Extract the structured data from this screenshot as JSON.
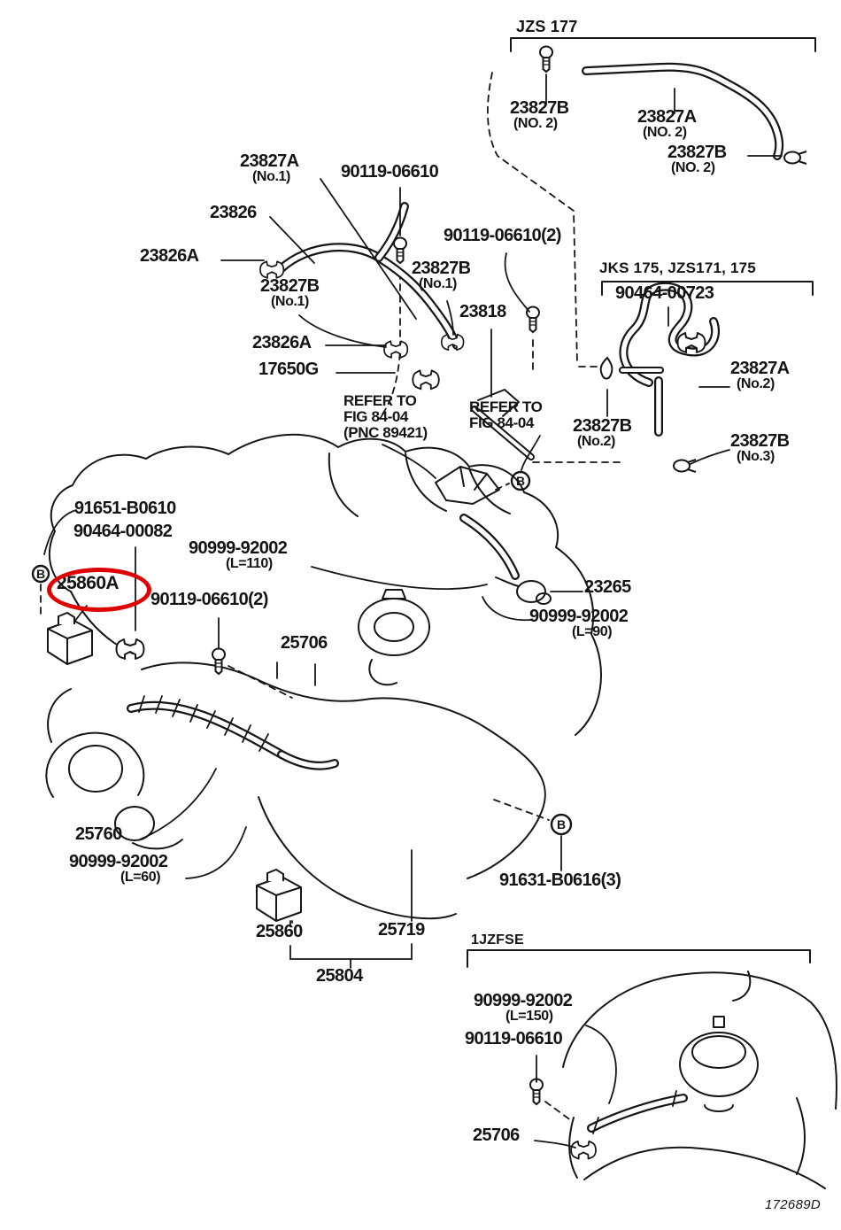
{
  "drawing_code": "172689D",
  "colors": {
    "ink": "#161616",
    "highlight": "#e00000"
  },
  "markers": {
    "b": "B"
  },
  "sections": {
    "jzs177": "JZS 177",
    "jks": "JKS 175, JZS171, 175",
    "jzfse": "1JZFSE"
  },
  "refer_blocks": {
    "pnc": {
      "l1": "REFER TO",
      "l2": "FIG 84-04",
      "l3": "(PNC 89421)"
    },
    "b": {
      "l1": "REFER TO",
      "l2": "FIG 84-04"
    }
  },
  "labels": [
    {
      "text": "23827B",
      "sub": "(NO. 2)"
    },
    {
      "text": "23827A",
      "sub": "(NO. 2)"
    },
    {
      "text": "23827B",
      "sub": "(NO. 2)"
    },
    {
      "text": "23827A",
      "sub": "(No.1)"
    },
    {
      "text": "90119-06610"
    },
    {
      "text": "23826"
    },
    {
      "text": "23826A"
    },
    {
      "text": "23827B",
      "sub": "(No.1)"
    },
    {
      "text": "90119-06610(2)"
    },
    {
      "text": "23827B",
      "sub": "(No.1)"
    },
    {
      "text": "23818"
    },
    {
      "text": "90464-00723"
    },
    {
      "text": "23827A",
      "sub": "(No.2)"
    },
    {
      "text": "23827B",
      "sub": "(No.2)"
    },
    {
      "text": "23827B",
      "sub": "(No.3)"
    },
    {
      "text": "23826A"
    },
    {
      "text": "17650G"
    },
    {
      "text": "91651-B0610"
    },
    {
      "text": "90464-00082"
    },
    {
      "text": "25860A"
    },
    {
      "text": "90999-92002",
      "sub": "(L=110)"
    },
    {
      "text": "90119-06610(2)"
    },
    {
      "text": "25706"
    },
    {
      "text": "23265"
    },
    {
      "text": "90999-92002",
      "sub": "(L=90)"
    },
    {
      "text": "25760"
    },
    {
      "text": "90999-92002",
      "sub": "(L=60)"
    },
    {
      "text": "91631-B0616(3)"
    },
    {
      "text": "25860"
    },
    {
      "text": "25719"
    },
    {
      "text": "25804"
    },
    {
      "text": "90999-92002",
      "sub": "(L=150)"
    },
    {
      "text": "90119-06610"
    },
    {
      "text": "25706"
    }
  ]
}
